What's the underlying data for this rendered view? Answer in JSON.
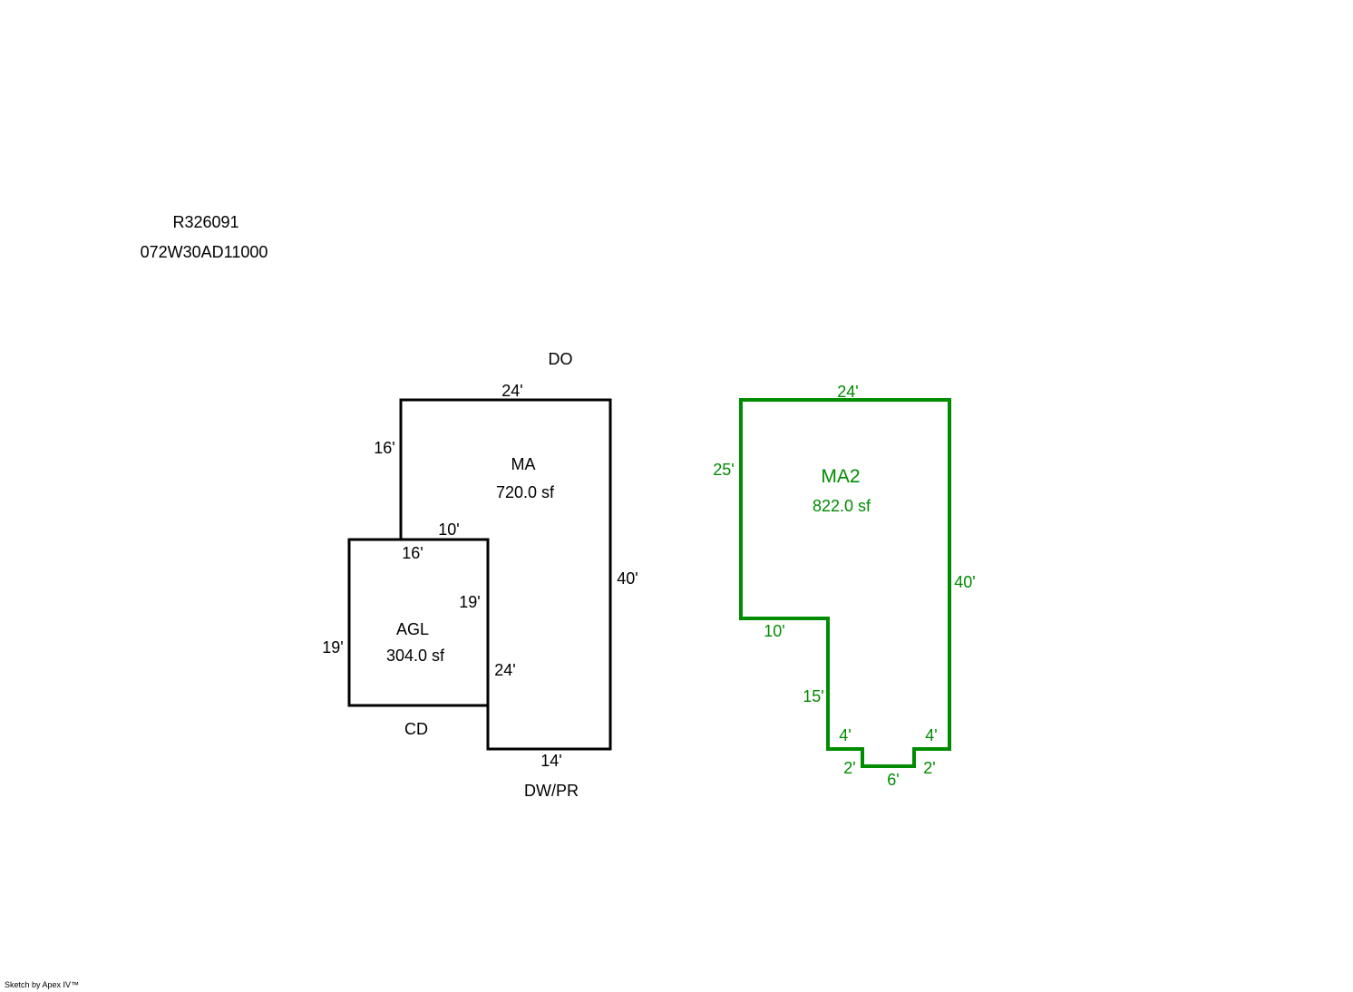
{
  "header": {
    "parcel_id": "R326091",
    "map_number": "072W30AD11000"
  },
  "colors": {
    "primary_outline": "#000000",
    "secondary_outline": "#008c00"
  },
  "sketch_main": {
    "labels": {
      "top": "DO",
      "bottom": "DW/PR",
      "left_bottom": "CD"
    },
    "ma": {
      "name": "MA",
      "area": "720.0 sf",
      "dims": {
        "top": "24'",
        "left_upper": "16'",
        "step": "10'",
        "right": "40'",
        "bottom": "14'",
        "inner_lower": "24'"
      }
    },
    "agl": {
      "name": "AGL",
      "area": "304.0 sf",
      "dims": {
        "top": "16'",
        "right": "19'",
        "left": "19'"
      }
    }
  },
  "sketch_ma2": {
    "name": "MA2",
    "area": "822.0 sf",
    "dims": {
      "top": "24'",
      "left": "25'",
      "right": "40'",
      "step": "10'",
      "inner": "15'",
      "bottom_left": "4'",
      "bottom_right": "4'",
      "notch_left": "2'",
      "notch_right": "2'",
      "notch_bottom": "6'"
    }
  },
  "footer": {
    "credit": "Sketch by Apex IV™"
  }
}
